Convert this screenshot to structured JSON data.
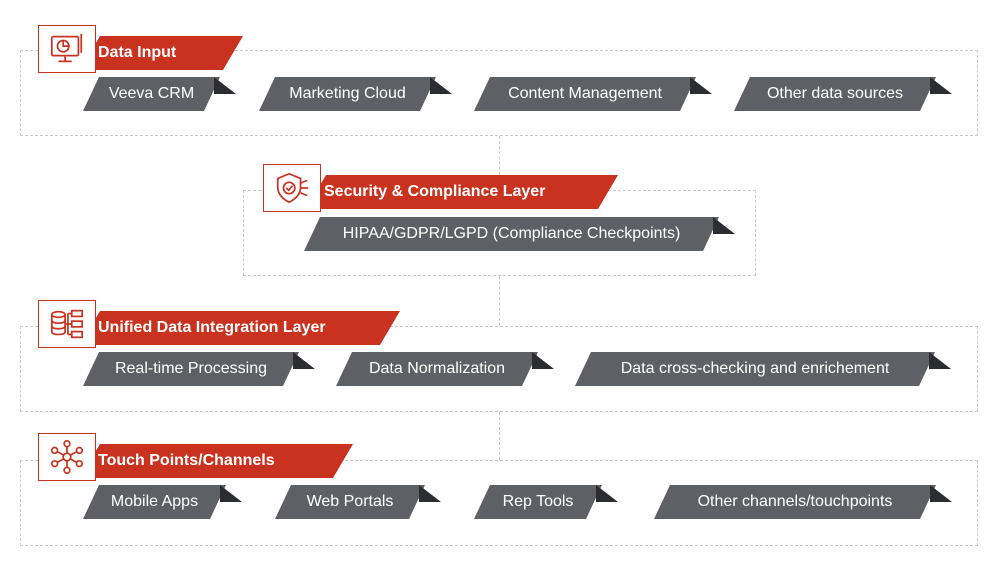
{
  "sections": {
    "input": {
      "title": "Data Input",
      "icon": "chart-monitor-icon",
      "items": [
        "Veeva CRM",
        "Marketing Cloud",
        "Content Management",
        "Other data sources"
      ]
    },
    "security": {
      "title": "Security & Compliance Layer",
      "icon": "shield-check-icon",
      "items": [
        "HIPAA/GDPR/LGPD (Compliance Checkpoints)"
      ]
    },
    "integration": {
      "title": "Unified Data Integration Layer",
      "icon": "database-flow-icon",
      "items": [
        "Real-time Processing",
        "Data Normalization",
        "Data cross-checking and enrichement"
      ]
    },
    "touchpoints": {
      "title": "Touch Points/Channels",
      "icon": "network-nodes-icon",
      "items": [
        "Mobile Apps",
        "Web Portals",
        "Rep Tools",
        "Other channels/touchpoints"
      ]
    }
  },
  "colors": {
    "accent": "#c8321f",
    "pill": "#5d6166",
    "pill_fold": "#2b2d30",
    "dash": "#c9c9c9"
  }
}
